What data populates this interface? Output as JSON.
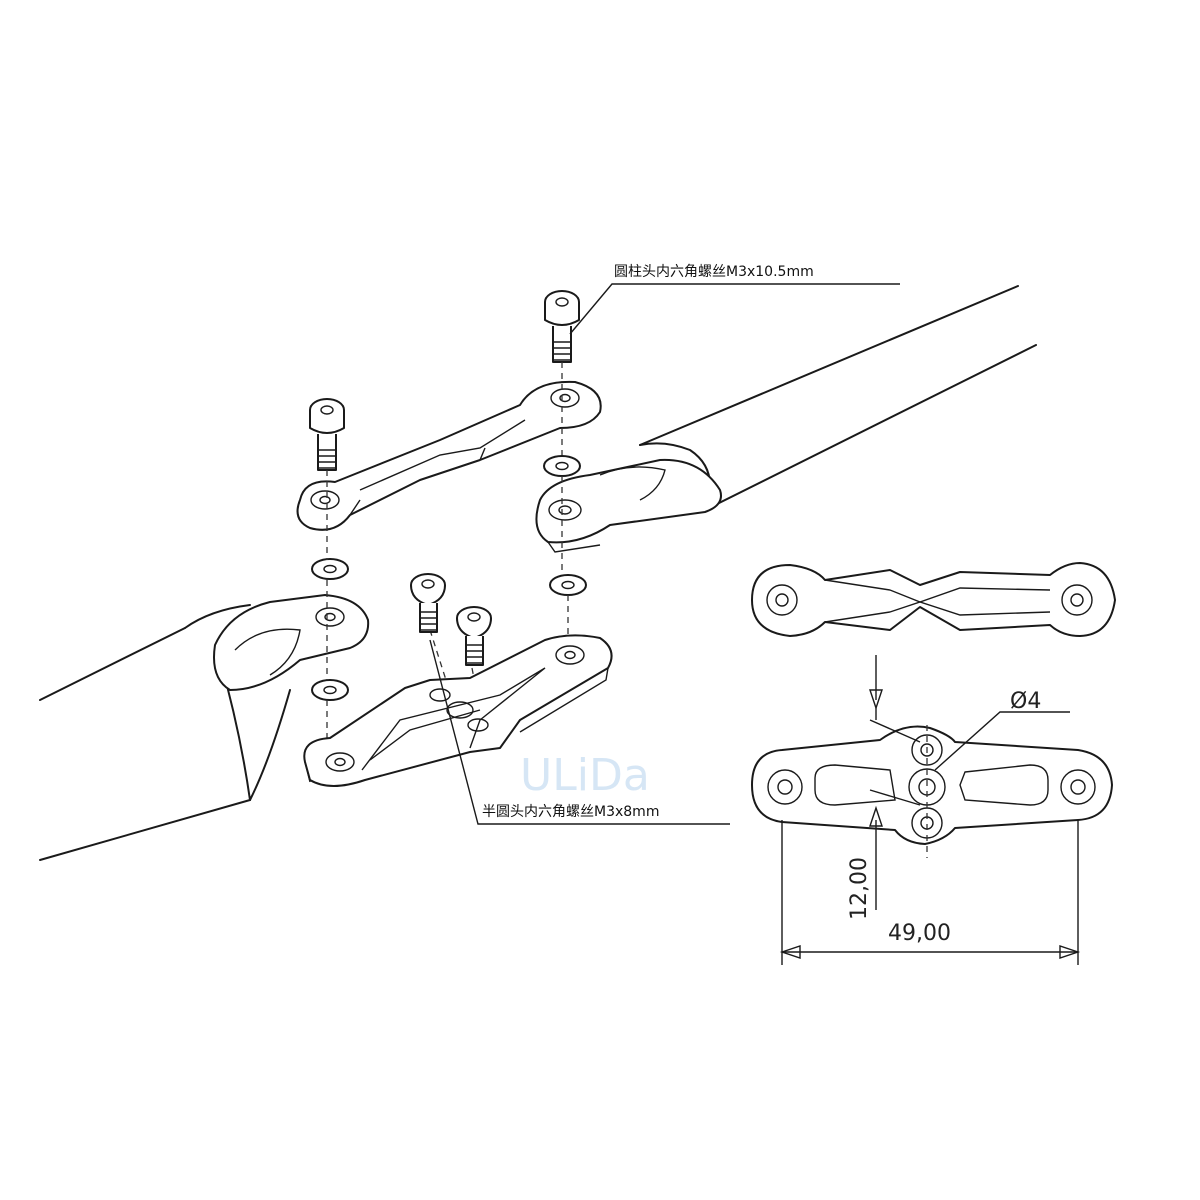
{
  "labels": {
    "top_screw": "圆柱头内六角螺丝M3x10.5mm",
    "bottom_screw": "半圆头内六角螺丝M3x8mm"
  },
  "dimensions": {
    "diameter": "Ø4",
    "height": "12,00",
    "length": "49,00"
  },
  "watermark": "ULiDa",
  "colors": {
    "line": "#1a1a1a",
    "watermark": "#d6e6f5"
  }
}
